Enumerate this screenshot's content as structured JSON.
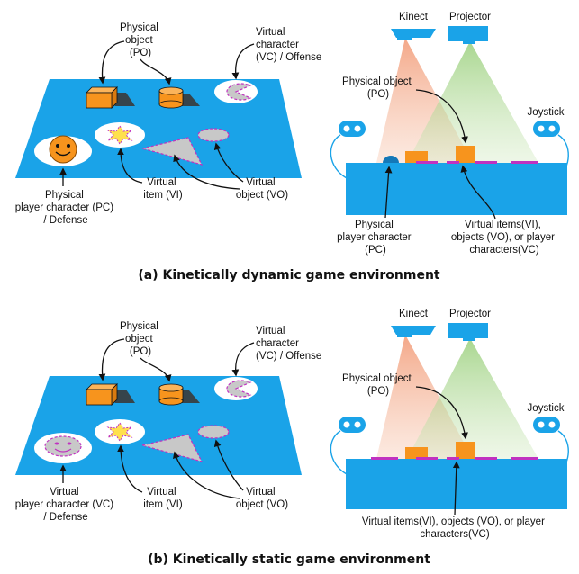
{
  "panel_a": {
    "caption": "(a) Kinetically dynamic game environment",
    "left": {
      "physical_object": [
        "Physical",
        "object",
        "(PO)"
      ],
      "virtual_character": [
        "Virtual",
        "character",
        "(VC) / Offense"
      ],
      "player_character": [
        "Physical",
        "player character (PC)",
        "/ Defense"
      ],
      "virtual_item": [
        "Virtual",
        "item (VI)"
      ],
      "virtual_object": [
        "Virtual",
        "object (VO)"
      ]
    },
    "right": {
      "kinect": "Kinect",
      "projector": "Projector",
      "joystick": "Joystick",
      "physical_object": [
        "Physical object",
        "(PO)"
      ],
      "player_character": [
        "Physical",
        "player character",
        "(PC)"
      ],
      "virtual_items": [
        "Virtual items(VI),",
        "objects (VO), or player",
        "characters(VC)"
      ]
    }
  },
  "panel_b": {
    "caption": "(b) Kinetically static game environment",
    "left": {
      "physical_object": [
        "Physical",
        "object",
        "(PO)"
      ],
      "virtual_character": [
        "Virtual",
        "character",
        "(VC) / Offense"
      ],
      "player_character": [
        "Virtual",
        "player character (VC)",
        "/ Defense"
      ],
      "virtual_item": [
        "Virtual",
        "item (VI)"
      ],
      "virtual_object": [
        "Virtual",
        "object (VO)"
      ]
    },
    "right": {
      "kinect": "Kinect",
      "projector": "Projector",
      "joystick": "Joystick",
      "physical_object": [
        "Physical object",
        "(PO)"
      ],
      "virtual_items": [
        "Virtual items(VI), objects (VO), or player",
        "characters(VC)"
      ]
    }
  },
  "colors": {
    "table": "#1aa3e8",
    "physical_object": "#f7941d",
    "virtual_outline": "#c032c0",
    "virtual_fill": "#c8c8c8",
    "star": "#ffe14d",
    "kinect_cone": "#f4b59a",
    "projector_cone": "#b8dca0"
  }
}
